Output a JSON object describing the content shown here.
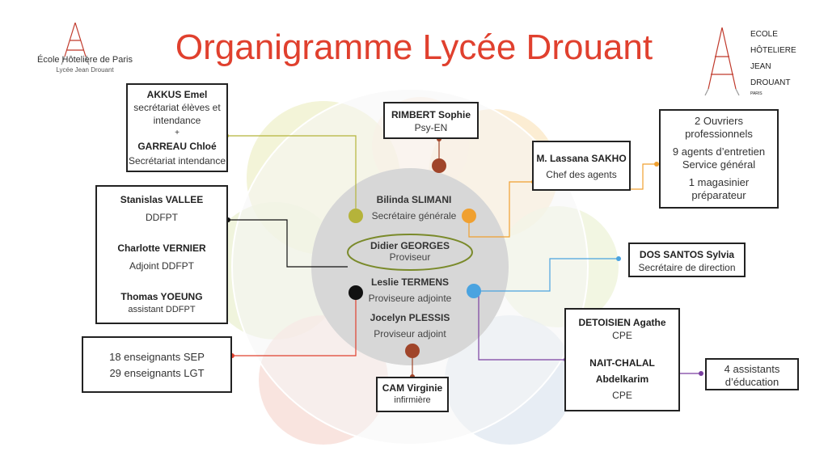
{
  "title": "Organigramme Lycée Drouant",
  "logo_left": {
    "line1": "École Hôtelière de Paris",
    "line2": "Lycée Jean Drouant"
  },
  "logo_right": {
    "lines": [
      "ECOLE",
      "HÔTELIERE",
      "JEAN",
      "DROUANT",
      "PARIS"
    ]
  },
  "colors": {
    "title": "#e0402e",
    "olive": "#b5b33a",
    "orange": "#f0a030",
    "blue": "#4aa3e0",
    "purple": "#7a3fa0",
    "red": "#e0402e",
    "brown": "#a0452a",
    "black": "#111111"
  },
  "center": {
    "slimani_name": "Bilinda SLIMANI",
    "slimani_role": "Secrétaire générale",
    "georges_name": "Didier GEORGES",
    "georges_role": "Proviseur",
    "termens_name": "Leslie TERMENS",
    "termens_role": "Proviseure adjointe",
    "plessis_name": "Jocelyn PLESSIS",
    "plessis_role": "Proviseur adjoint"
  },
  "boxes": {
    "akkus": {
      "name1": "AKKUS Emel",
      "role1a": "secrétariat élèves et",
      "role1b": "intendance",
      "plus": "+",
      "name2": "GARREAU Chloé",
      "role2": "Secrétariat intendance"
    },
    "rimbert": {
      "name": "RIMBERT Sophie",
      "role": "Psy-EN"
    },
    "sakho": {
      "name": "M. Lassana SAKHO",
      "role": "Chef des agents"
    },
    "ouvriers": {
      "l1": "2 Ouvriers",
      "l2": "professionnels",
      "l3": "9 agents d’entretien",
      "l4": "Service général",
      "l5": "1 magasinier",
      "l6": "préparateur"
    },
    "vallee": {
      "name1": "Stanislas VALLEE",
      "role1": "DDFPT",
      "name2": "Charlotte VERNIER",
      "role2": "Adjoint DDFPT",
      "name3": "Thomas YOEUNG",
      "role3": "assistant DDFPT"
    },
    "dossantos": {
      "name": "DOS SANTOS Sylvia",
      "role": "Secrétaire de direction"
    },
    "enseignants": {
      "l1": "18 enseignants SEP",
      "l2": "29 enseignants LGT"
    },
    "cpe": {
      "name1": "DETOISIEN Agathe",
      "role1": "CPE",
      "name2a": "NAIT-CHALAL",
      "name2b": "Abdelkarim",
      "role2": "CPE"
    },
    "assistants": {
      "l1": "4 assistants",
      "l2": "d’éducation"
    },
    "cam": {
      "name": "CAM Virginie",
      "role": "infirmière"
    }
  }
}
